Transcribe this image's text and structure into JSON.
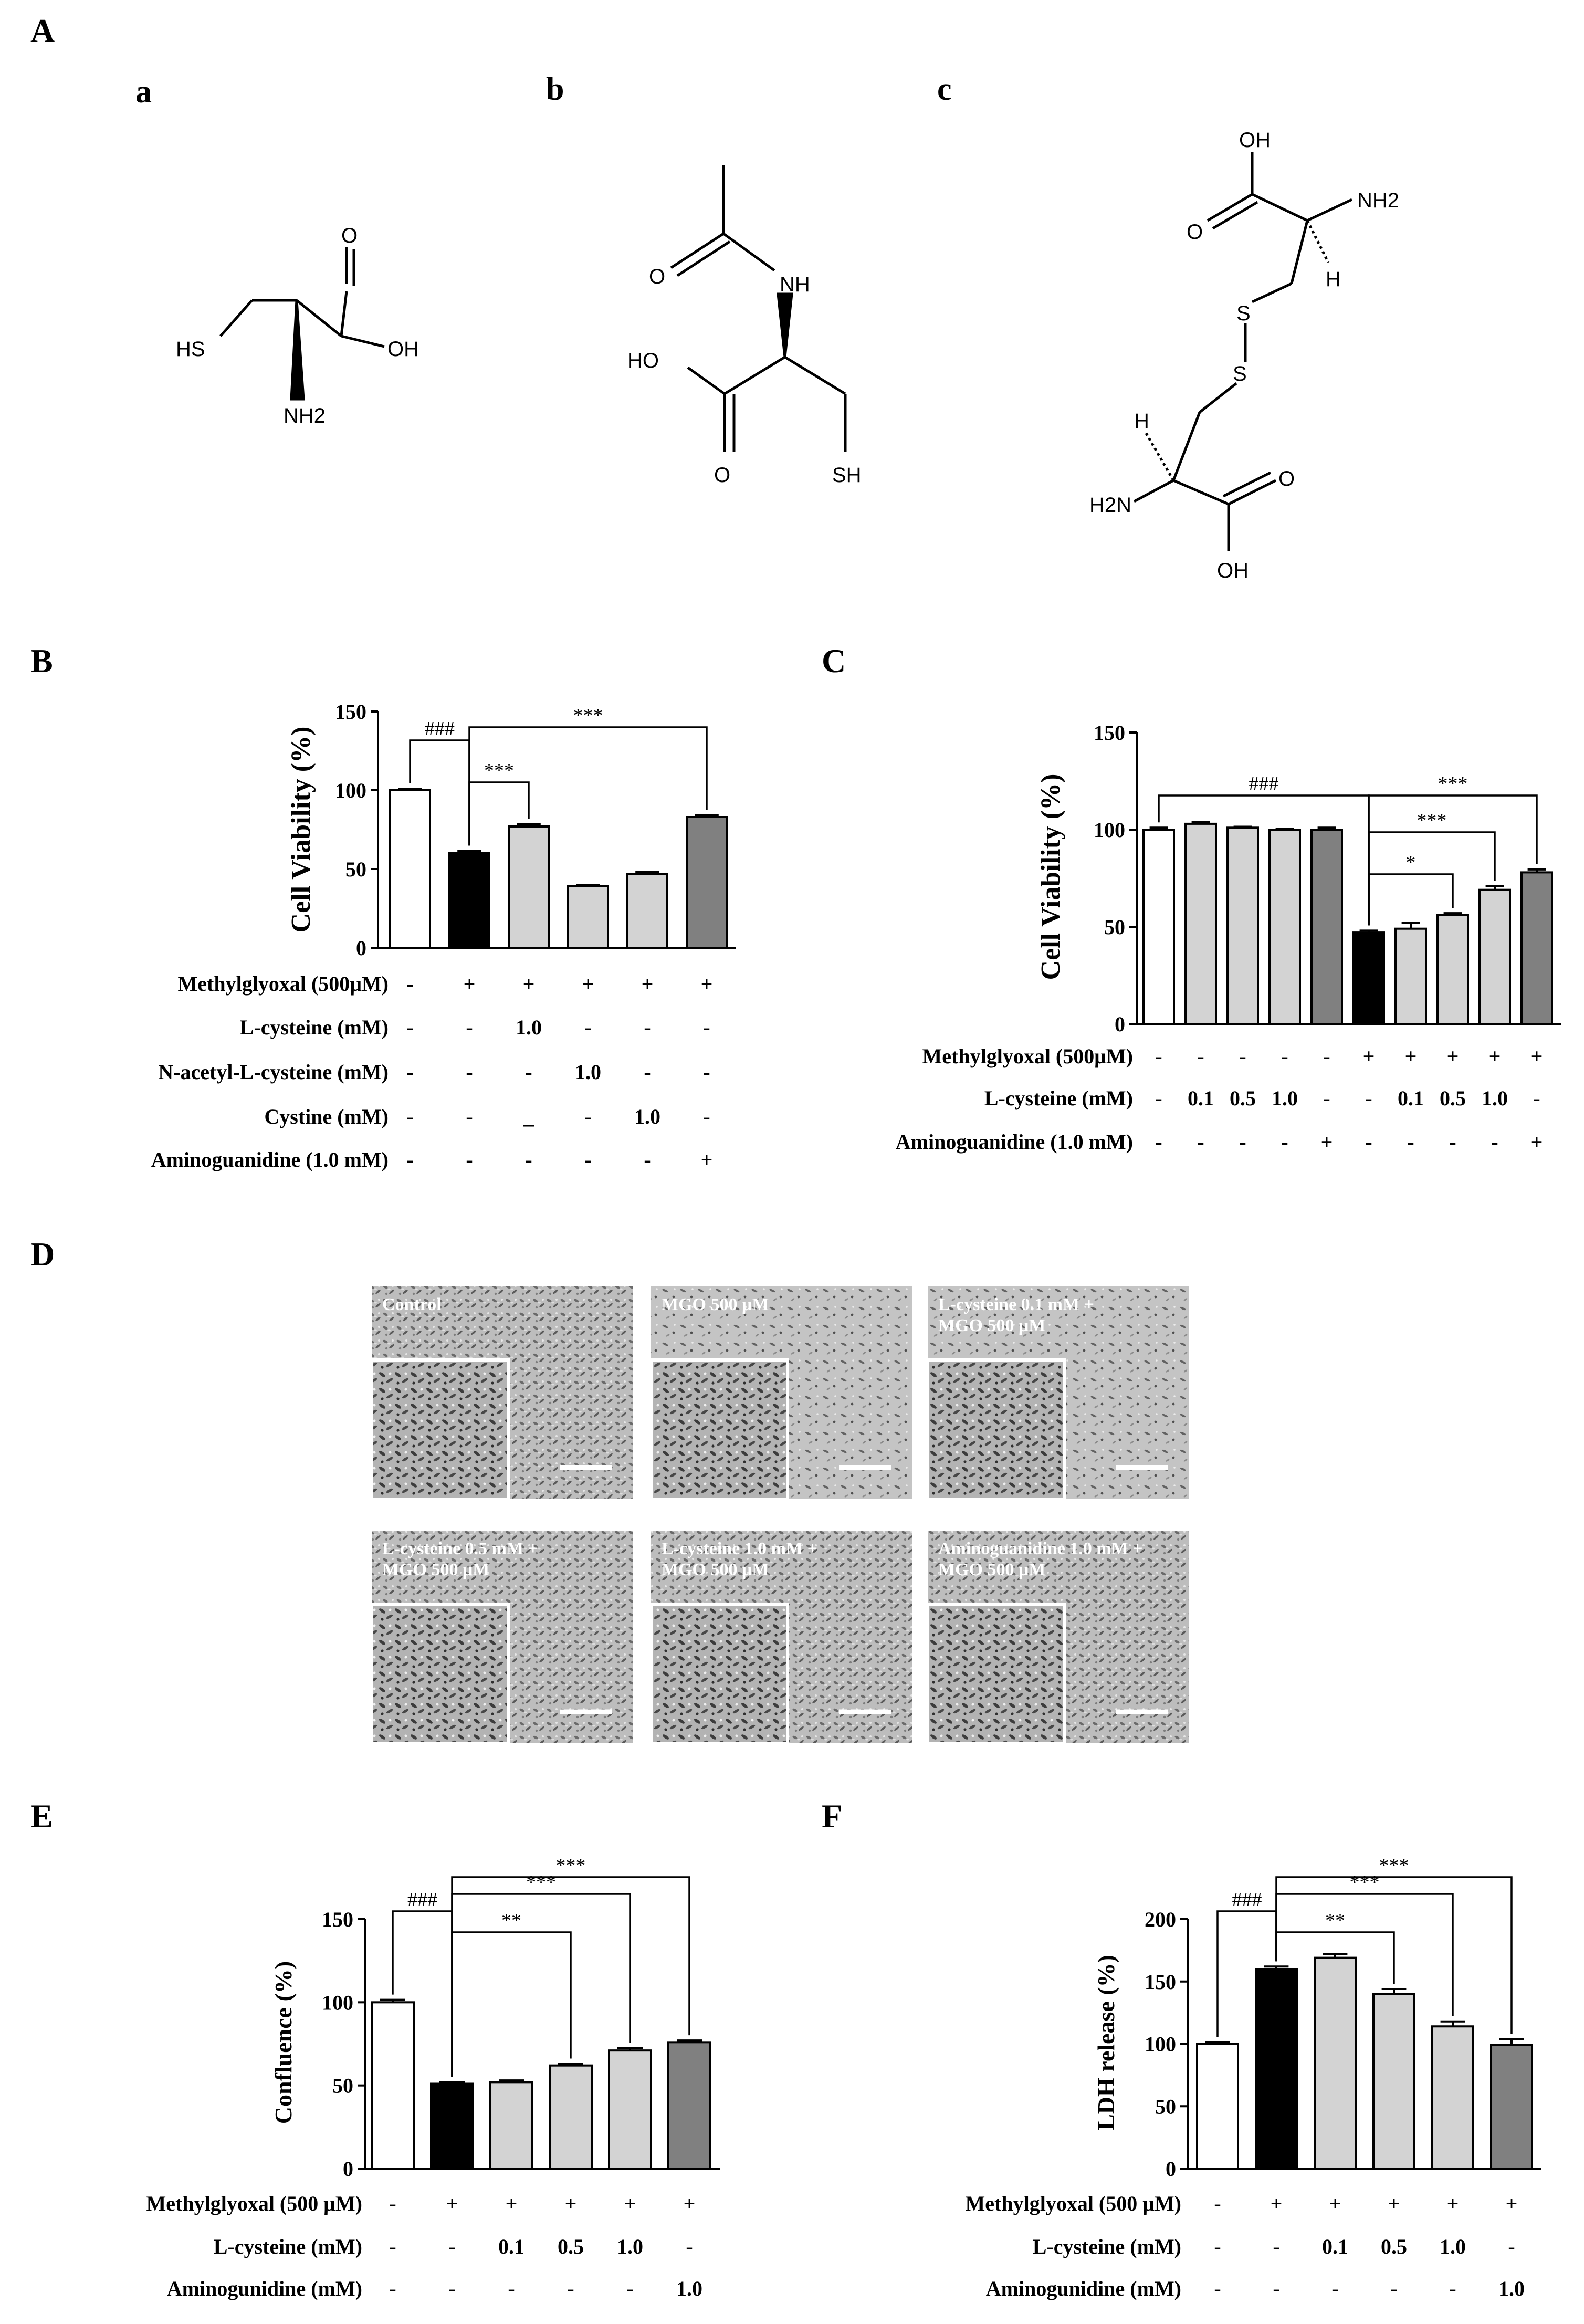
{
  "panels": {
    "A": "A",
    "B": "B",
    "C": "C",
    "D": "D",
    "E": "E",
    "F": "F",
    "sub_a": "a",
    "sub_b": "b",
    "sub_c": "c"
  },
  "structures": {
    "a": {
      "hs": "HS",
      "oh": "OH",
      "o": "O",
      "nh2": "NH2"
    },
    "b": {
      "nh": "NH",
      "o_top": "O",
      "ho": "HO",
      "o_bot": "O",
      "sh": "SH"
    },
    "c": {
      "oh_top": "OH",
      "nh2_top": "NH2",
      "o_top": "O",
      "h_top": "H",
      "s1": "S",
      "s2": "S",
      "h_bot": "H",
      "h2n": "H2N",
      "o_bot": "O",
      "oh_bot": "OH"
    }
  },
  "micrographs": {
    "labels": [
      [
        "Control"
      ],
      [
        "MGO 500 μM"
      ],
      [
        "L-cysteine 0.1 mM +",
        "MGO 500 μM"
      ],
      [
        "L-cysteine 0.5 mM +",
        "MGO 500 μM"
      ],
      [
        "L-cysteine 1.0 mM +",
        "MGO 500 μM"
      ],
      [
        "Aminoguanidine 1.0 mM +",
        "MGO 500 μM"
      ]
    ]
  },
  "chart_data": [
    {
      "id": "B",
      "type": "bar",
      "ylabel": "Cell Viability (%)",
      "ylim": [
        0,
        150
      ],
      "yticks": [
        0,
        50,
        100,
        150
      ],
      "values": [
        100,
        60,
        77,
        39,
        47,
        83
      ],
      "errors": [
        1,
        1.5,
        1.5,
        0.8,
        1.2,
        1.2
      ],
      "colors": [
        "#ffffff",
        "#000000",
        "#d3d3d3",
        "#d3d3d3",
        "#d3d3d3",
        "#808080"
      ],
      "conditions": [
        {
          "label": "Methylglyoxal (500μM)",
          "cells": [
            "-",
            "+",
            "+",
            "+",
            "+",
            "+"
          ]
        },
        {
          "label": "L-cysteine (mM)",
          "cells": [
            "-",
            "-",
            "1.0",
            "-",
            "-",
            "-"
          ]
        },
        {
          "label": "N-acetyl-L-cysteine (mM)",
          "cells": [
            "-",
            "-",
            "-",
            "1.0",
            "-",
            "-"
          ]
        },
        {
          "label": "Cystine (mM)",
          "cells": [
            "-",
            "-",
            "_",
            "-",
            "1.0",
            "-"
          ]
        },
        {
          "label": "Aminoguanidine (1.0 mM)",
          "cells": [
            "-",
            "-",
            "-",
            "-",
            "-",
            "+"
          ]
        }
      ],
      "significance": [
        {
          "from": 0,
          "to": 1,
          "label": "###"
        },
        {
          "from": 1,
          "to": 2,
          "label": "***"
        },
        {
          "from": 1,
          "to": 5,
          "label": "***"
        }
      ]
    },
    {
      "id": "C",
      "type": "bar",
      "ylabel": "Cell Viability (%)",
      "ylim": [
        0,
        150
      ],
      "yticks": [
        0,
        50,
        100,
        150
      ],
      "values": [
        100,
        103,
        101,
        100,
        100,
        47,
        49,
        56,
        69,
        78
      ],
      "errors": [
        1,
        1,
        0.5,
        0.5,
        1,
        1,
        3,
        1,
        2,
        1.5
      ],
      "colors": [
        "#ffffff",
        "#d3d3d3",
        "#d3d3d3",
        "#d3d3d3",
        "#808080",
        "#000000",
        "#d3d3d3",
        "#d3d3d3",
        "#d3d3d3",
        "#808080"
      ],
      "conditions": [
        {
          "label": "Methylglyoxal (500μM)",
          "cells": [
            "-",
            "-",
            "-",
            "-",
            "-",
            "+",
            "+",
            "+",
            "+",
            "+"
          ]
        },
        {
          "label": "L-cysteine (mM)",
          "cells": [
            "-",
            "0.1",
            "0.5",
            "1.0",
            "-",
            "-",
            "0.1",
            "0.5",
            "1.0",
            "-"
          ]
        },
        {
          "label": "Aminoguanidine (1.0 mM)",
          "cells": [
            "-",
            "-",
            "-",
            "-",
            "+",
            "-",
            "-",
            "-",
            "-",
            "+"
          ]
        }
      ],
      "significance": [
        {
          "from": 0,
          "to": 5,
          "label": "###"
        },
        {
          "from": 5,
          "to": 7,
          "label": "*"
        },
        {
          "from": 5,
          "to": 8,
          "label": "***"
        },
        {
          "from": 5,
          "to": 9,
          "label": "***"
        }
      ]
    },
    {
      "id": "E",
      "type": "bar",
      "ylabel": "Confluence (%)",
      "ylim": [
        0,
        150
      ],
      "yticks": [
        0,
        50,
        100,
        150
      ],
      "values": [
        100,
        51,
        52,
        62,
        71,
        76
      ],
      "errors": [
        1.5,
        1,
        1,
        1,
        1.5,
        1
      ],
      "colors": [
        "#ffffff",
        "#000000",
        "#d3d3d3",
        "#d3d3d3",
        "#d3d3d3",
        "#808080"
      ],
      "conditions": [
        {
          "label": "Methylglyoxal (500 μM)",
          "cells": [
            "-",
            "+",
            "+",
            "+",
            "+",
            "+"
          ]
        },
        {
          "label": "L-cysteine (mM)",
          "cells": [
            "-",
            "-",
            "0.1",
            "0.5",
            "1.0",
            "-"
          ]
        },
        {
          "label": "Aminogunidine (mM)",
          "cells": [
            "-",
            "-",
            "-",
            "-",
            "-",
            "1.0"
          ]
        }
      ],
      "significance": [
        {
          "from": 0,
          "to": 1,
          "label": "###"
        },
        {
          "from": 1,
          "to": 3,
          "label": "**"
        },
        {
          "from": 1,
          "to": 4,
          "label": "***"
        },
        {
          "from": 1,
          "to": 5,
          "label": "***"
        }
      ]
    },
    {
      "id": "F",
      "type": "bar",
      "ylabel": "LDH release (%)",
      "ylim": [
        0,
        200
      ],
      "yticks": [
        0,
        50,
        100,
        150,
        200
      ],
      "values": [
        100,
        160,
        169,
        140,
        114,
        99
      ],
      "errors": [
        1.5,
        2,
        3,
        4,
        4,
        5
      ],
      "colors": [
        "#ffffff",
        "#000000",
        "#d3d3d3",
        "#d3d3d3",
        "#d3d3d3",
        "#808080"
      ],
      "conditions": [
        {
          "label": "Methylglyoxal (500 μM)",
          "cells": [
            "-",
            "+",
            "+",
            "+",
            "+",
            "+"
          ]
        },
        {
          "label": "L-cysteine (mM)",
          "cells": [
            "-",
            "-",
            "0.1",
            "0.5",
            "1.0",
            "-"
          ]
        },
        {
          "label": "Aminogunidine (mM)",
          "cells": [
            "-",
            "-",
            "-",
            "-",
            "-",
            "1.0"
          ]
        }
      ],
      "significance": [
        {
          "from": 0,
          "to": 1,
          "label": "###"
        },
        {
          "from": 1,
          "to": 3,
          "label": "**"
        },
        {
          "from": 1,
          "to": 4,
          "label": "***"
        },
        {
          "from": 1,
          "to": 5,
          "label": "***"
        }
      ]
    }
  ]
}
